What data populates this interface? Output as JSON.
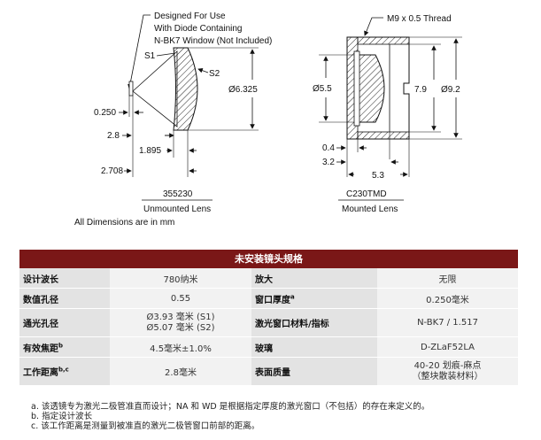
{
  "drawing": {
    "left_callout": [
      "Designed For Use",
      "With Diode Containing",
      "N-BK7 Window (Not Included)"
    ],
    "s1": "S1",
    "s2": "S2",
    "dia_left": "Ø6.325",
    "d_0250": "0.250",
    "d_28": "2.8",
    "d_1895": "1.895",
    "d_2708": "2.708",
    "part_unmounted": "355230",
    "label_unmounted": "Unmounted Lens",
    "all_dimensions": "All Dimensions are in mm",
    "thread": "M9 x 0.5 Thread",
    "dia_55": "Ø5.5",
    "d_79": "7.9",
    "dia_92": "Ø9.2",
    "d_04": "0.4",
    "d_32": "3.2",
    "d_53": "5.3",
    "part_mounted": "C230TMD",
    "label_mounted": "Mounted Lens"
  },
  "table": {
    "title": "未安装镜头规格",
    "rows": [
      {
        "l1": "设计波长",
        "v1": "780纳米",
        "l2": "放大",
        "v2": "无限"
      },
      {
        "l1": "数值孔径",
        "v1": "0.55",
        "l2": "窗口厚度",
        "l2sup": "a",
        "v2": "0.250毫米"
      },
      {
        "l1": "通光孔径",
        "v1a": "Ø3.93 毫米 (S1)",
        "v1b": "Ø5.07 毫米 (S2)",
        "l2": "激光窗口材料/指标",
        "v2": "N-BK7 / 1.517"
      },
      {
        "l1": "有效焦距",
        "l1sup": "b",
        "v1": "4.5毫米±1.0%",
        "l2": "玻璃",
        "v2": "D-ZLaF52LA"
      },
      {
        "l1": "工作距离",
        "l1sup": "b,c",
        "v1": "2.8毫米",
        "l2": "表面质量",
        "v2a": "40-20 划痕-麻点",
        "v2b": "（整块散装材料）"
      }
    ]
  },
  "notes": [
    "a. 该透镜专为激光二极管准直而设计；NA 和 WD 是根据指定厚度的激光窗口（不包括）的存在来定义的。",
    "b. 指定设计波长",
    "c. 该工作距离是测量到被准直的激光二极管窗口前部的距离。"
  ]
}
